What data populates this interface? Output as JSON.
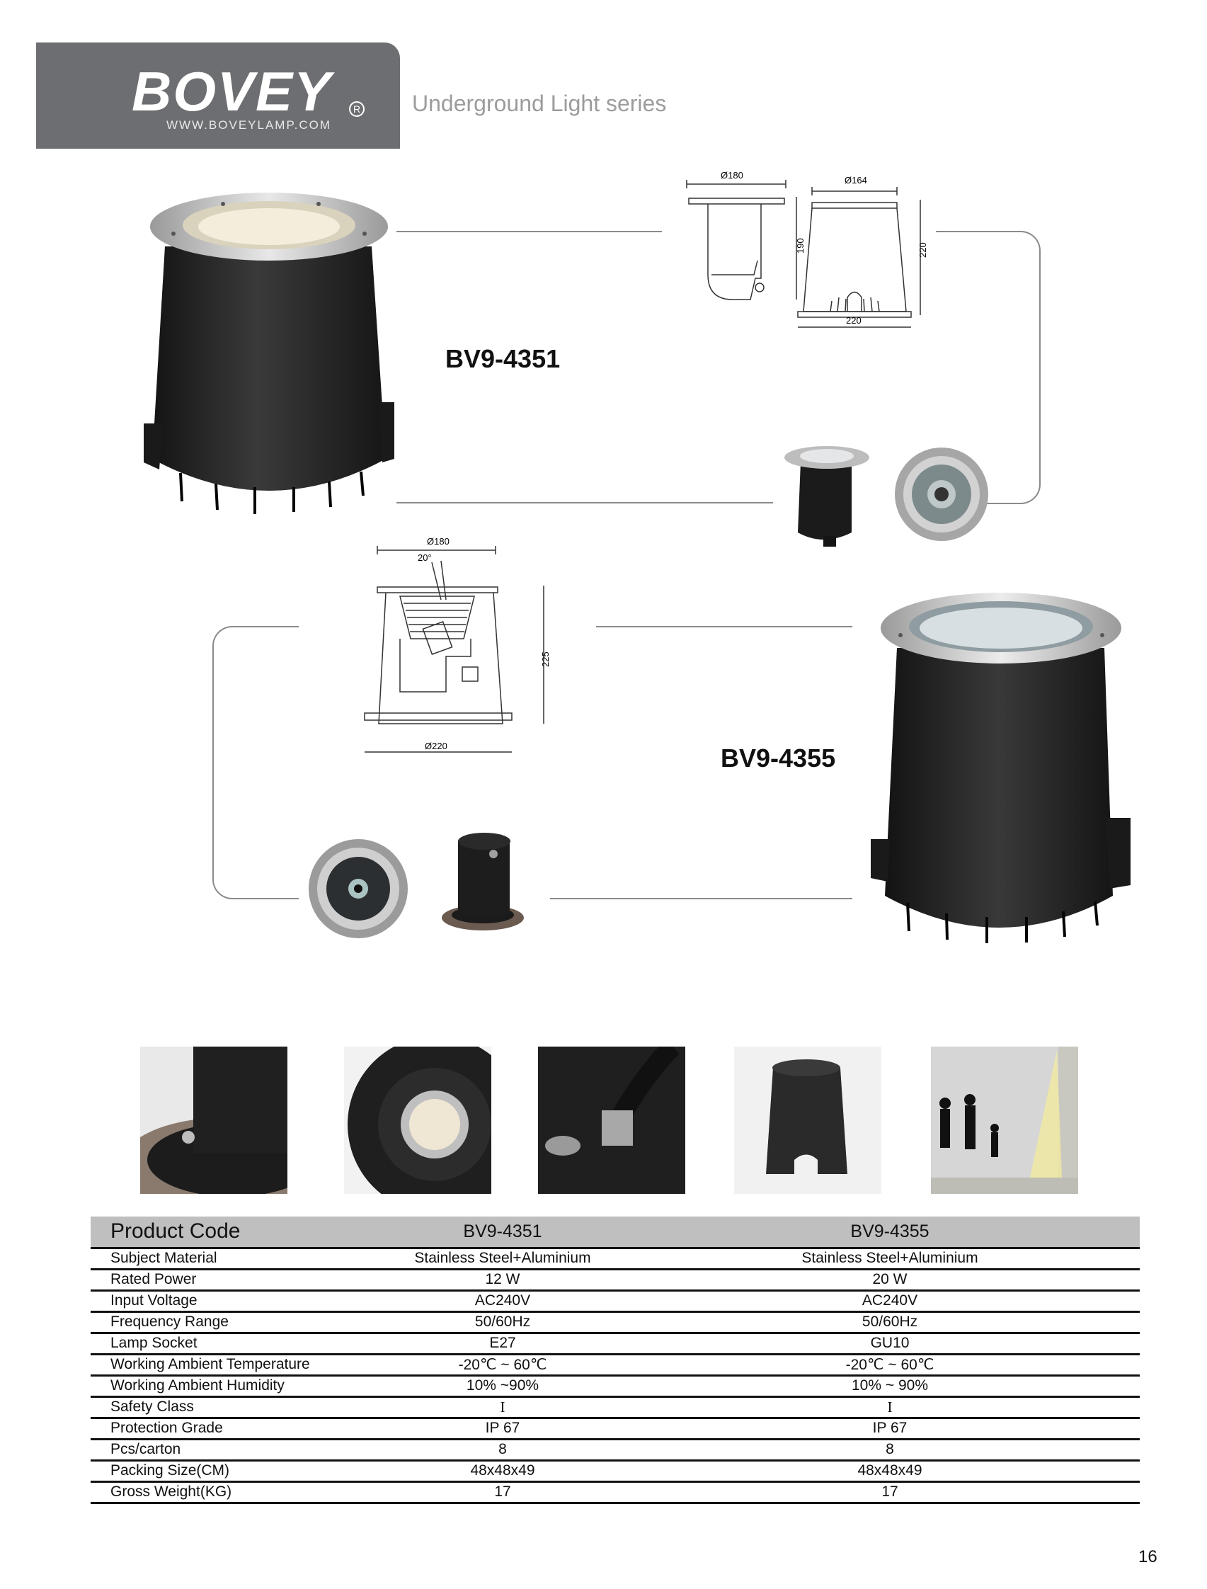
{
  "header": {
    "brand": "BOVEY",
    "registered": "R",
    "website": "WWW.BOVEYLAMP.COM",
    "series": "Underground Light series"
  },
  "products": [
    {
      "model": "BV9-4351",
      "dimensions": {
        "top_diameter": "Ø180",
        "body_diameter": "Ø164",
        "height_a": "190",
        "height_b": "220",
        "base_width": "220"
      }
    },
    {
      "model": "BV9-4355",
      "dimensions": {
        "top_diameter": "Ø180",
        "tilt_angle": "20°",
        "height": "225",
        "base_diameter": "Ø220"
      }
    }
  ],
  "spec_table": {
    "header": [
      "Product Code",
      "BV9-4351",
      "BV9-4355"
    ],
    "rows": [
      [
        "Subject Material",
        "Stainless Steel+Aluminium",
        "Stainless Steel+Aluminium"
      ],
      [
        "Rated Power",
        "12 W",
        "20 W"
      ],
      [
        "Input Voltage",
        "AC240V",
        "AC240V"
      ],
      [
        "Frequency Range",
        "50/60Hz",
        "50/60Hz"
      ],
      [
        "Lamp Socket",
        "E27",
        "GU10"
      ],
      [
        "Working Ambient Temperature",
        "-20℃ ~ 60℃",
        "-20℃ ~ 60℃"
      ],
      [
        "Working Ambient Humidity",
        "10% ~90%",
        "10% ~ 90%"
      ],
      [
        "Safety Class",
        "I",
        "I"
      ],
      [
        "Protection Grade",
        "IP 67",
        "IP 67"
      ],
      [
        "Pcs/carton",
        "8",
        "8"
      ],
      [
        "Packing Size(CM)",
        "48x48x49",
        "48x48x49"
      ],
      [
        "Gross Weight(KG)",
        "17",
        "17"
      ]
    ]
  },
  "page_number": "16",
  "colors": {
    "header_band": "#6d6e71",
    "table_header": "#bfbfbf",
    "body_black": "#1e1e1e",
    "steel": "#c8c8c8"
  }
}
